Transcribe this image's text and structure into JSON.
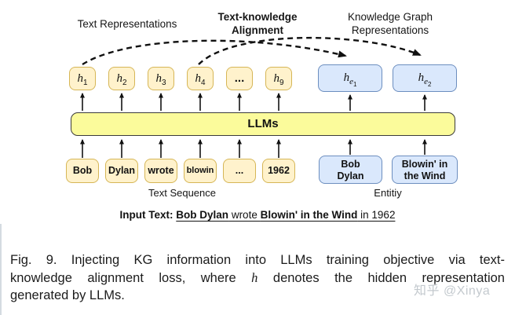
{
  "figure": {
    "top_labels": {
      "text_repr": "Text Representations",
      "alignment": [
        "Text-knowledge",
        "Alignment"
      ],
      "kg_repr": [
        "Knowledge Graph",
        "Representations"
      ]
    },
    "hidden_states": [
      {
        "base": "h",
        "sub": "1"
      },
      {
        "base": "h",
        "sub": "2"
      },
      {
        "base": "h",
        "sub": "3"
      },
      {
        "base": "h",
        "sub": "4"
      },
      {
        "dots": "..."
      },
      {
        "base": "h",
        "sub": "9"
      }
    ],
    "entity_states": [
      {
        "base": "h",
        "sub": "e",
        "subsub": "1"
      },
      {
        "base": "h",
        "sub": "e",
        "subsub": "2"
      }
    ],
    "llms_label": "LLMs",
    "tokens": [
      "Bob",
      "Dylan",
      "wrote",
      "blowin",
      "...",
      "1962"
    ],
    "entities": [
      [
        "Bob",
        "Dylan"
      ],
      [
        "Blowin' in",
        "the Wind"
      ]
    ],
    "sequence_label": "Text Sequence",
    "entity_label": "Entitiy",
    "input_text": {
      "prefix": "Input Text:",
      "segments": [
        {
          "text": "Bob Dylan",
          "bold": true
        },
        {
          "text": " wrote ",
          "bold": false
        },
        {
          "text": "Blowin' in the Wind",
          "bold": true
        },
        {
          "text": " in 1962",
          "bold": false
        }
      ]
    }
  },
  "caption": {
    "line1": "Fig. 9. Injecting KG information into LLMs training objective via text-",
    "line2_pre": "knowledge alignment loss, where",
    "line2_math": "h",
    "line2_post": "denotes the hidden representation",
    "line3": "generated by LLMs."
  },
  "watermark": "知乎 @Xinya",
  "colors": {
    "tan_fill": "#FFF2CC",
    "tan_border": "#D6B656",
    "blue_fill": "#DAE8FC",
    "blue_border": "#6C8EBF",
    "llm_fill": "#FBFB9B",
    "llm_border": "#3B3B3B"
  }
}
